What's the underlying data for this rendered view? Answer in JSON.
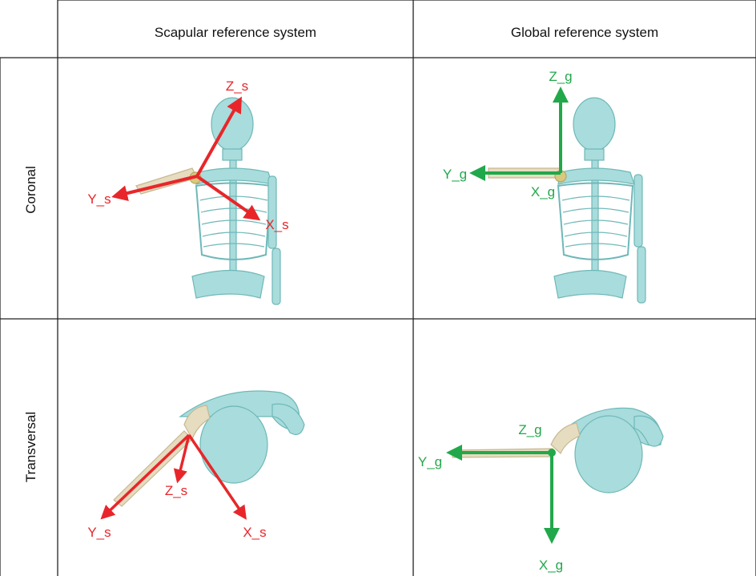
{
  "header": {
    "col1": "Scapular reference system",
    "col2": "Global reference system"
  },
  "rows": {
    "row1": "Coronal",
    "row2": "Transversal"
  },
  "axes": {
    "scapular_coronal": {
      "z": "Z_s",
      "y": "Y_s",
      "x": "X_s"
    },
    "global_coronal": {
      "z": "Z_g",
      "y": "Y_g",
      "x": "X_g"
    },
    "scapular_transversal": {
      "z": "Z_s",
      "y": "Y_s",
      "x": "X_s"
    },
    "global_transversal": {
      "z": "Z_g",
      "y": "Y_g",
      "x": "X_g"
    }
  },
  "colors": {
    "scapular_axis": "#e8262a",
    "global_axis": "#21a84a",
    "bone": "#a9dcdc",
    "bone_edge": "#6fb8b8",
    "humerus": "#e6dcc0",
    "grid": "#222222"
  }
}
